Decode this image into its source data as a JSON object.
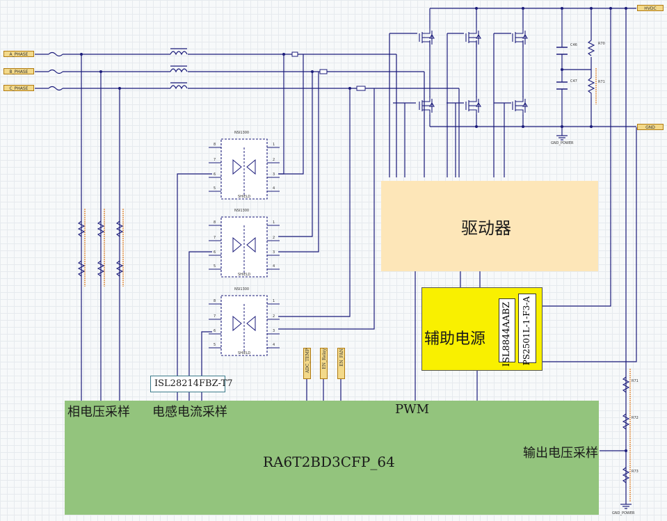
{
  "colors": {
    "wire": "#1a1a7a",
    "driver": "#fde6b8",
    "aux": "#f9f000",
    "mcu": "#93c47d",
    "tag": "#f3d98a"
  },
  "phase_labels": [
    "A_PHASE",
    "B_PHASE",
    "C_PHASE"
  ],
  "bus_labels": {
    "hvdc": "HVDC",
    "gnd": "GND"
  },
  "gnd_labels": {
    "top": "GND_POWER",
    "bottom": "GND_POWER"
  },
  "blocks": {
    "driver": "驱动器",
    "aux_power": "辅助电源",
    "isolator_1": "ISL8844AABZ",
    "isolator_2": "PS2501L-1-F3-A",
    "mcu": "RA6T2BD3CFP_64",
    "current_sensor": "ISL28214FBZ-T7"
  },
  "net_labels": {
    "phase_voltage": "相电压采样",
    "inductor_current": "电感电流采样",
    "pwm": "PWM",
    "output_voltage": "输出电压采样"
  },
  "signal_tags": [
    "ADC_TEMP",
    "EN_Relay",
    "EN_FAN"
  ],
  "ics": [
    {
      "part": "NSI1300",
      "ref": "SHIELD"
    },
    {
      "part": "NSI1300",
      "ref": "SHIELD"
    },
    {
      "part": "NSI1300",
      "ref": "SHIELD"
    }
  ],
  "ic_pins": {
    "left": [
      "8",
      "7",
      "6",
      "5"
    ],
    "right": [
      "1",
      "2",
      "3",
      "4"
    ]
  },
  "caps": [
    "C46",
    "C47"
  ],
  "resistors_top": [
    "R70",
    "R71"
  ],
  "resistors_out": [
    "R71",
    "R72",
    "R73"
  ]
}
